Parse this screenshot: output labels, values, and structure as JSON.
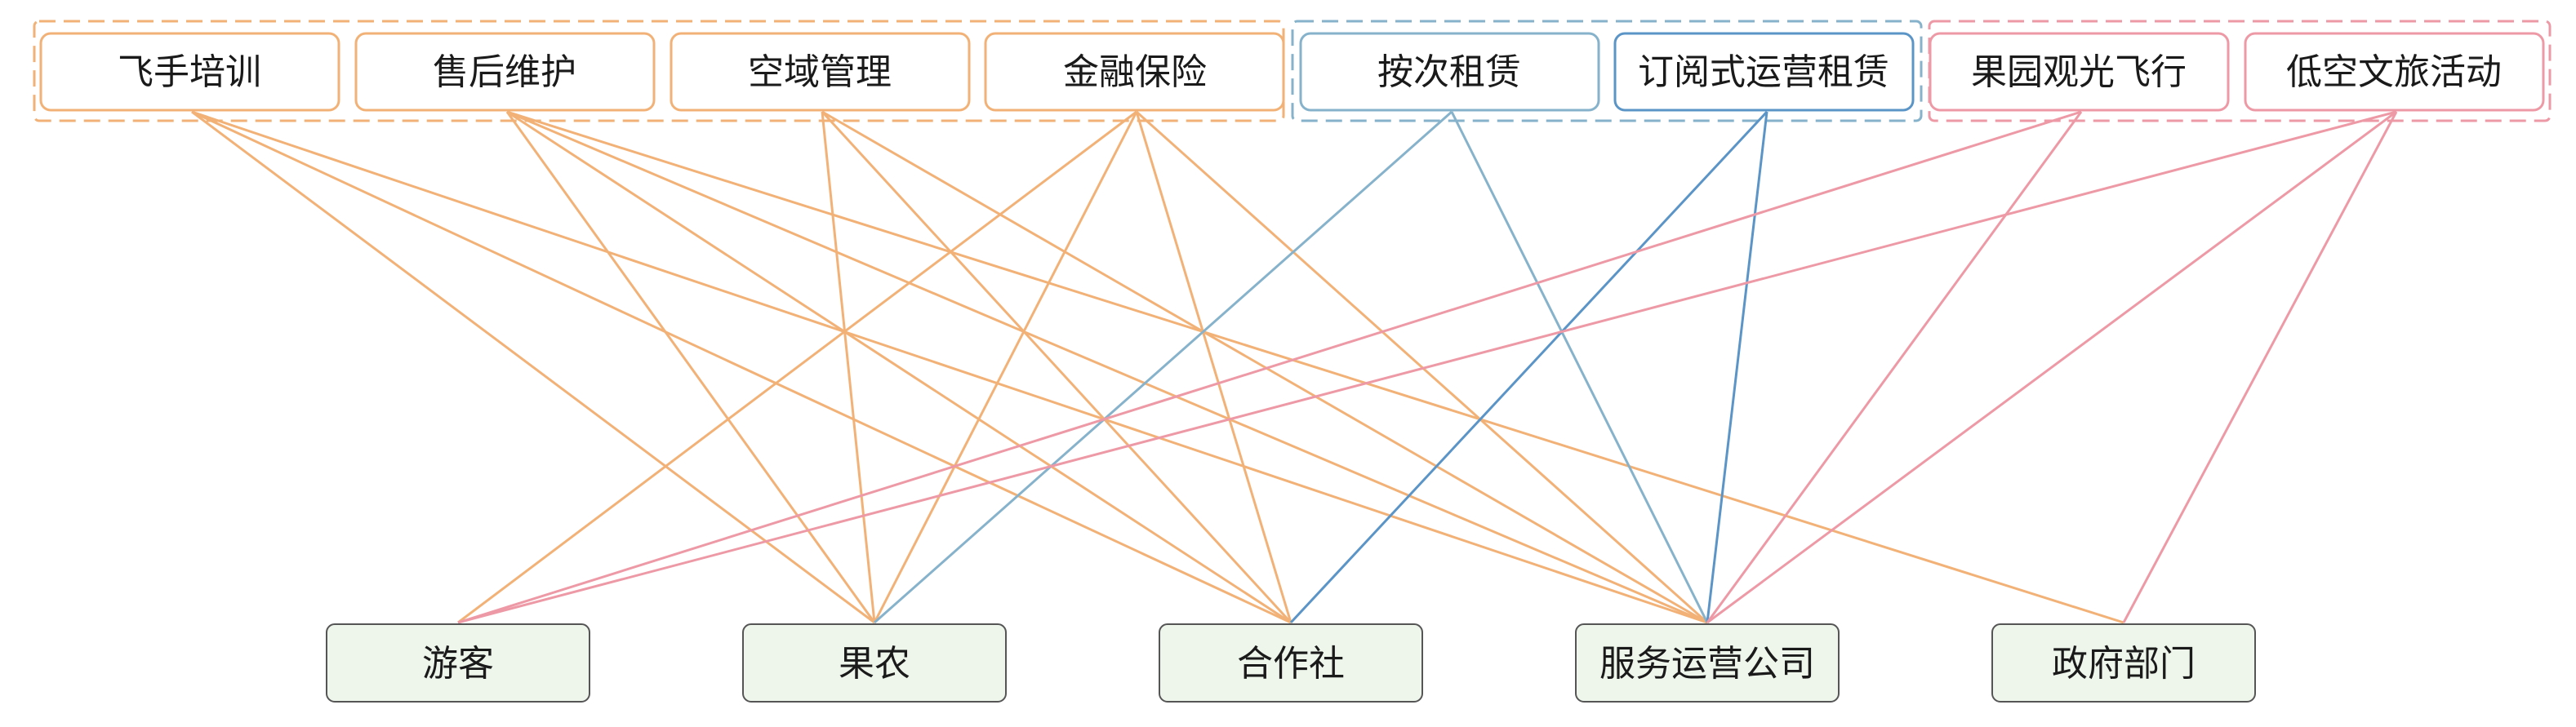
{
  "services": [
    {
      "id": "pilot_training",
      "label": "飞手培训",
      "group": "orange"
    },
    {
      "id": "after_sales",
      "label": "售后维护",
      "group": "orange"
    },
    {
      "id": "airspace",
      "label": "空域管理",
      "group": "orange"
    },
    {
      "id": "finance_insurance",
      "label": "金融保险",
      "group": "orange"
    },
    {
      "id": "per_use_lease",
      "label": "按次租赁",
      "group": "blue_light"
    },
    {
      "id": "subscription_lease",
      "label": "订阅式运营租赁",
      "group": "blue_dark"
    },
    {
      "id": "orchard_flight",
      "label": "果园观光飞行",
      "group": "pink"
    },
    {
      "id": "low_alt_tourism",
      "label": "低空文旅活动",
      "group": "pink"
    }
  ],
  "stakeholders": [
    {
      "id": "tourist",
      "label": "游客"
    },
    {
      "id": "farmer",
      "label": "果农"
    },
    {
      "id": "coop",
      "label": "合作社"
    },
    {
      "id": "service_co",
      "label": "服务运营公司"
    },
    {
      "id": "gov",
      "label": "政府部门"
    }
  ],
  "links": [
    {
      "from": "pilot_training",
      "to": "farmer"
    },
    {
      "from": "pilot_training",
      "to": "coop"
    },
    {
      "from": "pilot_training",
      "to": "service_co"
    },
    {
      "from": "after_sales",
      "to": "farmer"
    },
    {
      "from": "after_sales",
      "to": "coop"
    },
    {
      "from": "after_sales",
      "to": "service_co"
    },
    {
      "from": "after_sales",
      "to": "gov"
    },
    {
      "from": "airspace",
      "to": "farmer"
    },
    {
      "from": "airspace",
      "to": "coop"
    },
    {
      "from": "airspace",
      "to": "service_co"
    },
    {
      "from": "finance_insurance",
      "to": "tourist"
    },
    {
      "from": "finance_insurance",
      "to": "farmer"
    },
    {
      "from": "finance_insurance",
      "to": "coop"
    },
    {
      "from": "finance_insurance",
      "to": "service_co"
    },
    {
      "from": "per_use_lease",
      "to": "farmer"
    },
    {
      "from": "per_use_lease",
      "to": "service_co"
    },
    {
      "from": "subscription_lease",
      "to": "coop"
    },
    {
      "from": "subscription_lease",
      "to": "service_co"
    },
    {
      "from": "orchard_flight",
      "to": "tourist"
    },
    {
      "from": "orchard_flight",
      "to": "service_co"
    },
    {
      "from": "low_alt_tourism",
      "to": "tourist"
    },
    {
      "from": "low_alt_tourism",
      "to": "service_co"
    },
    {
      "from": "low_alt_tourism",
      "to": "gov"
    }
  ],
  "colors": {
    "orange": "#f2b277",
    "blue_light": "#86b3cb",
    "blue_dark": "#5b95c7",
    "pink": "#ee9aa6",
    "stakeholder_fill": "#eef6ec",
    "stakeholder_stroke": "#555555"
  }
}
